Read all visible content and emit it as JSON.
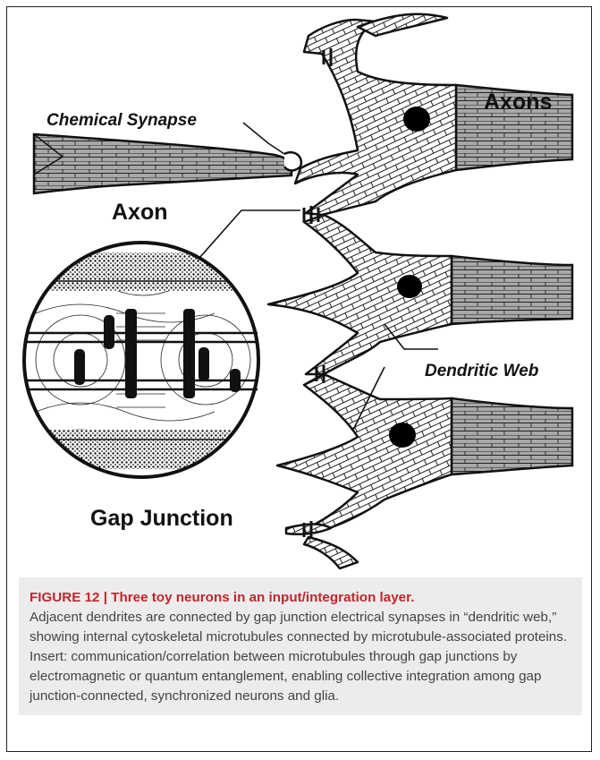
{
  "labels": {
    "chemical_synapse": "Chemical Synapse",
    "axons": "Axons",
    "axon": "Axon",
    "dendritic_web": "Dendritic Web",
    "gap_junction": "Gap Junction"
  },
  "caption": {
    "heading": "FIGURE 12 | Three toy neurons in an input/integration layer.",
    "body": "Adjacent dendrites are connected by gap junction electrical synapses in “dendritic web,” showing internal cytoskeletal microtubules connected by microtubule-associated proteins. Insert: communication/correlation between microtubules through gap junctions by electromagnetic or quantum entanglement, enabling collective integration among gap junction-connected, synchronized neurons and glia."
  },
  "colors": {
    "axon_fill": "#a8a8a8",
    "neuron_fill": "#ffffff",
    "outline": "#111111",
    "nucleus": "#000000",
    "caption_bg": "#ececec",
    "caption_heading": "#c0262d",
    "caption_text": "#444444"
  }
}
